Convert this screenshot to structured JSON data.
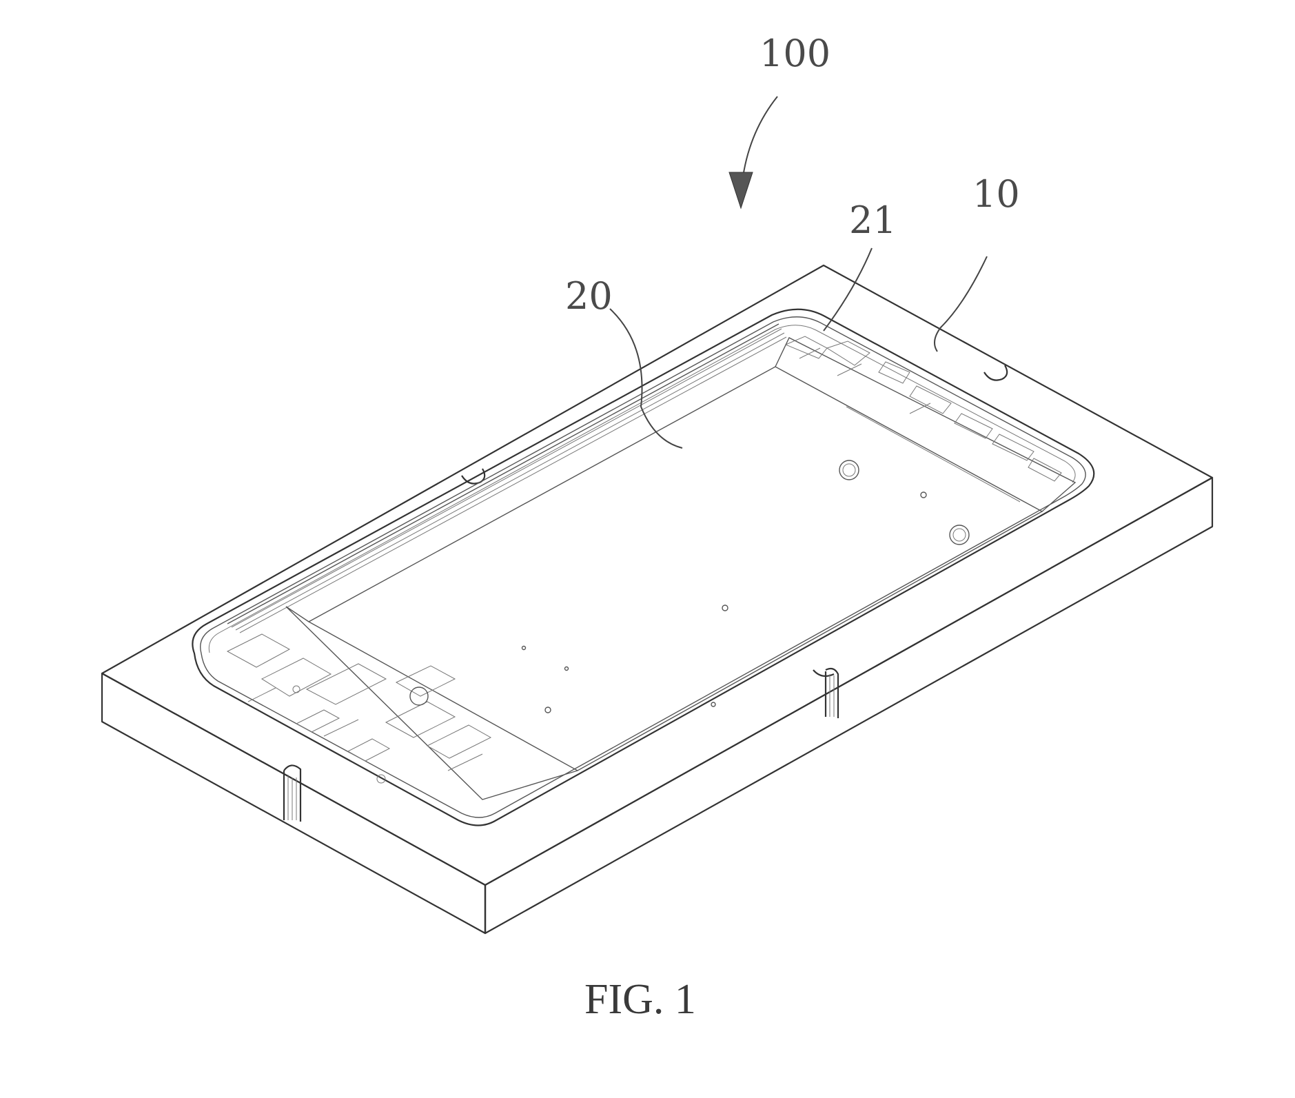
{
  "labels": {
    "assembly": "100",
    "fixture": "10",
    "frame": "20",
    "frame_edge": "21"
  },
  "caption": "FIG. 1"
}
